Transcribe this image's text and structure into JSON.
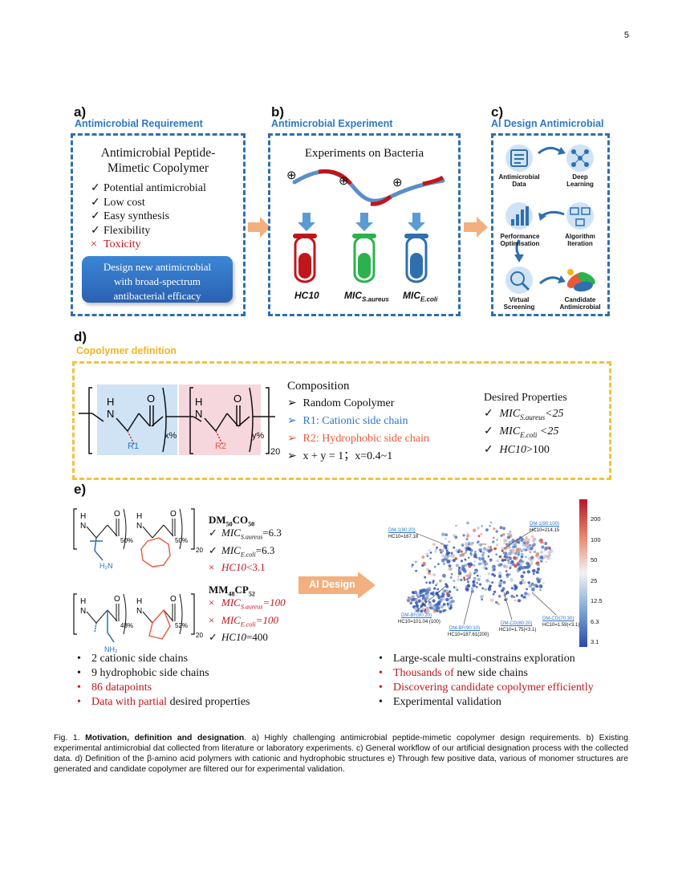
{
  "page_number": "5",
  "panel_a": {
    "letter": "a)",
    "title": "Antimicrobial Requirement",
    "heading_line1": "Antimicrobial Peptide-",
    "heading_line2": "Mimetic Copolymer",
    "items": [
      {
        "mark": "✓",
        "text": "Potential antimicrobial",
        "status": "ok"
      },
      {
        "mark": "✓",
        "text": "Low cost",
        "status": "ok"
      },
      {
        "mark": "✓",
        "text": "Easy synthesis",
        "status": "ok"
      },
      {
        "mark": "✓",
        "text": "Flexibility",
        "status": "ok"
      },
      {
        "mark": "×",
        "text": "Toxicity",
        "status": "bad"
      }
    ],
    "goal_line1": "Design new antimicrobial",
    "goal_line2": "with broad-spectrum",
    "goal_line3": "antibacterial efficacy"
  },
  "panel_b": {
    "letter": "b)",
    "title": "Antimicrobial Experiment",
    "heading": "Experiments on Bacteria",
    "plus": "⊕",
    "tubes": [
      {
        "label": "HC10",
        "sub": "",
        "color": "#c0161b"
      },
      {
        "label": "MIC",
        "sub": "S.aureus",
        "color": "#2bb24c"
      },
      {
        "label": "MIC",
        "sub": "E.coli",
        "color": "#2f6fad"
      }
    ]
  },
  "panel_c": {
    "letter": "c)",
    "title": "AI Design Antimicrobial",
    "nodes": [
      {
        "l1": "Antimicrobial",
        "l2": "Data"
      },
      {
        "l1": "Deep",
        "l2": "Learning"
      },
      {
        "l1": "Performance",
        "l2": "Optimisation"
      },
      {
        "l1": "Algorithm",
        "l2": "Iteration"
      },
      {
        "l1": "Virtual",
        "l2": "Screening"
      },
      {
        "l1": "Candidate",
        "l2": "Antimicrobial"
      }
    ]
  },
  "panel_d": {
    "letter": "d)",
    "title": "Copolymer definition",
    "r1": "R1",
    "r2": "R2",
    "xpct": "x%",
    "ypct": "y%",
    "n20": "20",
    "composition_title": "Composition",
    "composition": [
      {
        "text": "Random Copolymer",
        "color": "black"
      },
      {
        "text": "R1: Cationic side chain",
        "color": "blue"
      },
      {
        "text": "R2: Hydrophobic side chain",
        "color": "orange"
      },
      {
        "text": "x + y = 1；x=0.4~1",
        "color": "black"
      }
    ],
    "desired_title": "Desired Properties",
    "desired": [
      {
        "label": "MIC",
        "sub": "S.aureus",
        "tail": "<25"
      },
      {
        "label": "MIC",
        "sub": "E.coli",
        "tail": " <25"
      },
      {
        "label": "HC10",
        "sub": "",
        "tail": ">100"
      }
    ]
  },
  "panel_e": {
    "letter": "e)",
    "poly1": {
      "name": "DM",
      "sub1": "50",
      "mid": "CO",
      "sub2": "50",
      "pct1": "50%",
      "pct2": "50%",
      "n": "20",
      "props": [
        {
          "mark": "✓",
          "label": "MIC",
          "sub": "S.aureus",
          "tail": "=6.3",
          "bad": false
        },
        {
          "mark": "✓",
          "label": "MIC",
          "sub": "E.coli",
          "tail": "=6.3",
          "bad": false
        },
        {
          "mark": "×",
          "label": "HC10",
          "sub": "",
          "tail": "<3.1",
          "bad": true
        }
      ]
    },
    "poly2": {
      "name": "MM",
      "sub1": "48",
      "mid": "CP",
      "sub2": "52",
      "pct1": "48%",
      "pct2": "52%",
      "n": "20",
      "props": [
        {
          "mark": "×",
          "label": "MIC",
          "sub": "S.aureus",
          "tail": "=100",
          "bad": true
        },
        {
          "mark": "×",
          "label": "MIC",
          "sub": "E.coli",
          "tail": "=100",
          "bad": true
        },
        {
          "mark": "✓",
          "label": "HC10",
          "sub": "",
          "tail": "=400",
          "bad": false
        }
      ]
    },
    "ai_arrow": "AI Design",
    "colorbar_ticks": [
      "200",
      "100",
      "50",
      "25",
      "12.5",
      "6.3",
      "3.1"
    ],
    "map_labels": [
      {
        "name": "DM-1(90:20)",
        "val": "HC10=167.18"
      },
      {
        "name": "DM-1(90:100)",
        "val": "HC10=214.15"
      },
      {
        "name": "DM-CO(70:30)",
        "val": "HC10=1.59(<3.1)"
      },
      {
        "name": "DM-BF(80:20)",
        "val": "HC10=101.04 (100)"
      },
      {
        "name": "DM-BF(90:10)",
        "val": "HC10=187.61(200)"
      },
      {
        "name": "DM-CO(80:20)",
        "val": "HC10=1.75(<3.1)"
      }
    ],
    "left_bullets": [
      {
        "text": "2 cationic side chains",
        "red_part": "",
        "rest": ""
      },
      {
        "text": "9 hydrophobic side chains",
        "red_part": "",
        "rest": ""
      },
      {
        "text": "",
        "red_part": "86 datapoints",
        "rest": ""
      },
      {
        "text": "",
        "red_part": "Data with partial",
        "rest": " desired properties"
      }
    ],
    "right_bullets": [
      {
        "text": "Large-scale multi-constrains exploration",
        "red_part": "",
        "rest": ""
      },
      {
        "text": "",
        "red_part": "Thousands of",
        "rest": " new side chains"
      },
      {
        "text": "",
        "red_part": "Discovering candidate  copolymer efficiently",
        "rest": ""
      },
      {
        "text": "Experimental validation",
        "red_part": "",
        "rest": ""
      }
    ]
  },
  "caption": {
    "prefix": "Fig. 1. ",
    "bold": "Motivation, definition and designation",
    "body": ". a) Highly challenging antimicrobial peptide-mimetic copolymer design requirements. b) Existing experimental antimicrobial dat collected from literature or laboratory experiments. c) General workflow of our artificial designation process with the collected data. d) Definition of the β-amino acid polymers with cationic and hydrophobic structures e) Through few positive data, various of monomer structures are generated and candidate copolymer are filtered our for experimental validation."
  },
  "colors": {
    "blue": "#2e76c9",
    "red": "#c0161b",
    "orange_arrow": "#f3b07e",
    "yellow": "#f4c23a"
  }
}
